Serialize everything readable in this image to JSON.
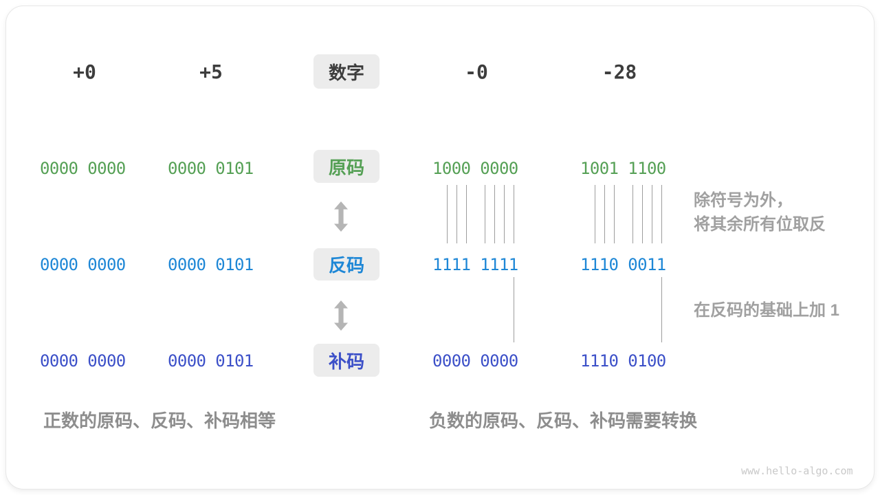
{
  "palette": {
    "sign_magnitude_green": "#55a055",
    "ones_complement_blue": "#1e87d6",
    "twos_complement_indigo": "#3c50c8",
    "badge_background": "#ececec",
    "annotation_gray": "#a0a0a0",
    "caption_gray": "#8d8d8d",
    "header_dark": "#3d3d3d"
  },
  "header": {
    "badge": "数字",
    "columns": [
      "+0",
      "+5",
      "-0",
      "-28"
    ]
  },
  "rows": [
    {
      "badge": "原码",
      "values": [
        "0000 0000",
        "0000 0101",
        "1000 0000",
        "1001 1100"
      ]
    },
    {
      "badge": "反码",
      "values": [
        "0000 0000",
        "0000 0101",
        "1111 1111",
        "1110 0011"
      ]
    },
    {
      "badge": "补码",
      "values": [
        "0000 0000",
        "0000 0101",
        "0000 0000",
        "1110 0100"
      ]
    }
  ],
  "annotations": {
    "flip_line1": "除符号为外，",
    "flip_line2": "将其余所有位取反",
    "add_one": "在反码的基础上加 1"
  },
  "captions": {
    "positive": "正数的原码、反码、补码相等",
    "negative": "负数的原码、反码、补码需要转换"
  },
  "watermark": "www.hello-algo.com"
}
